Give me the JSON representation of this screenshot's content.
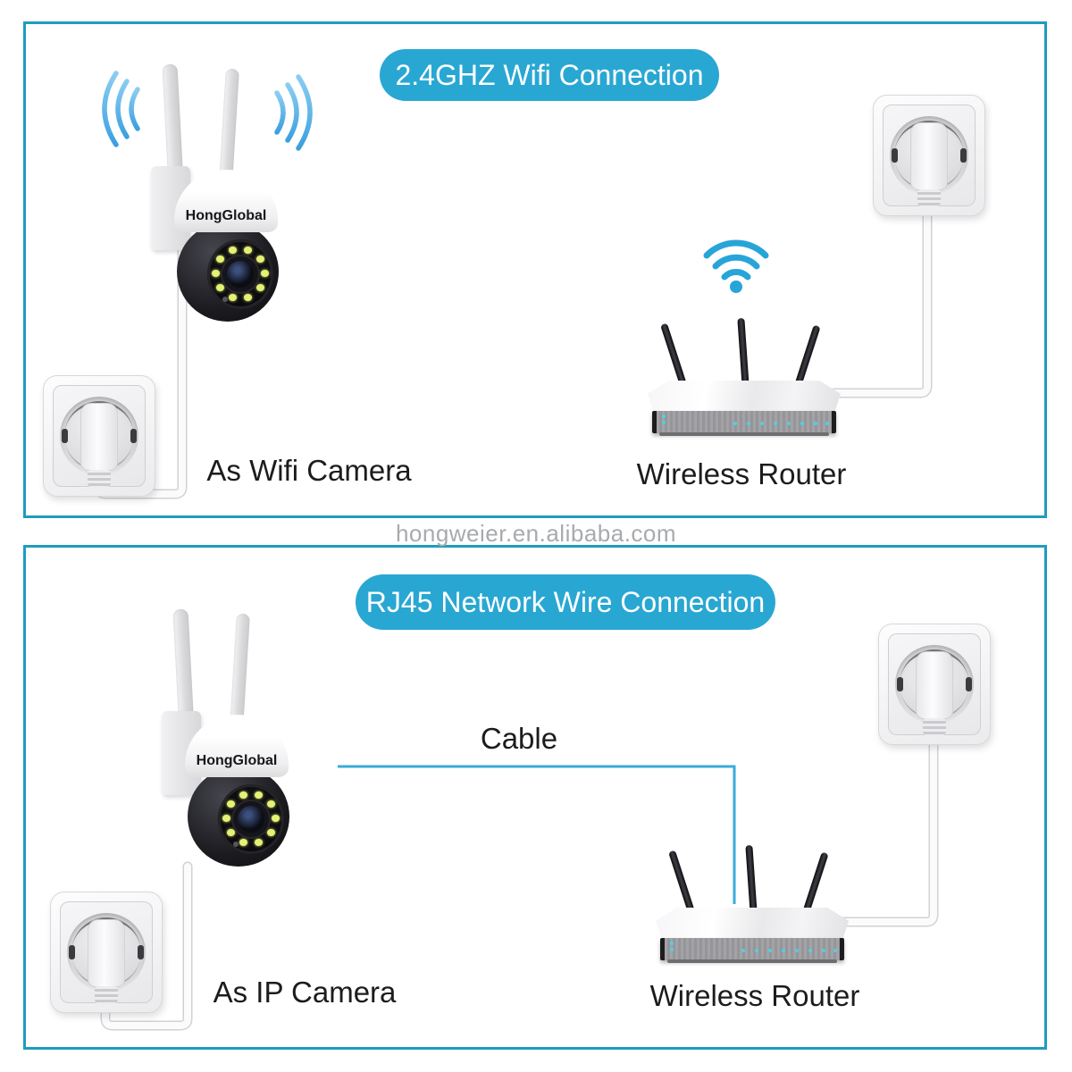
{
  "watermark": "hongweier.en.alibaba.com",
  "camera": {
    "brand": "HongGlobal"
  },
  "panel_wifi": {
    "banner": "2.4GHZ Wifi Connection",
    "camera_label": "As Wifi Camera",
    "router_label": "Wireless Router"
  },
  "panel_rj45": {
    "banner": "RJ45 Network Wire Connection",
    "cable_label": "Cable",
    "camera_label": "As IP Camera",
    "router_label": "Wireless Router"
  },
  "colors": {
    "banner_cyan": "#29a7d3",
    "panel_border": "#1f9cbe",
    "rj45_cable_line": "#3aabdc",
    "wifi_icon_blue": "#27a5d9",
    "signal_arc_blue": "#3ba0e0",
    "camera_led_yellow": "#e5f173",
    "router_led_cyan": "#4fd1e2"
  },
  "icons": {
    "wifi-icon": "three-arcs-and-dot",
    "signal-waves-left-icon": "three-curved-arcs",
    "signal-waves-right-icon": "three-curved-arcs-mirrored"
  }
}
